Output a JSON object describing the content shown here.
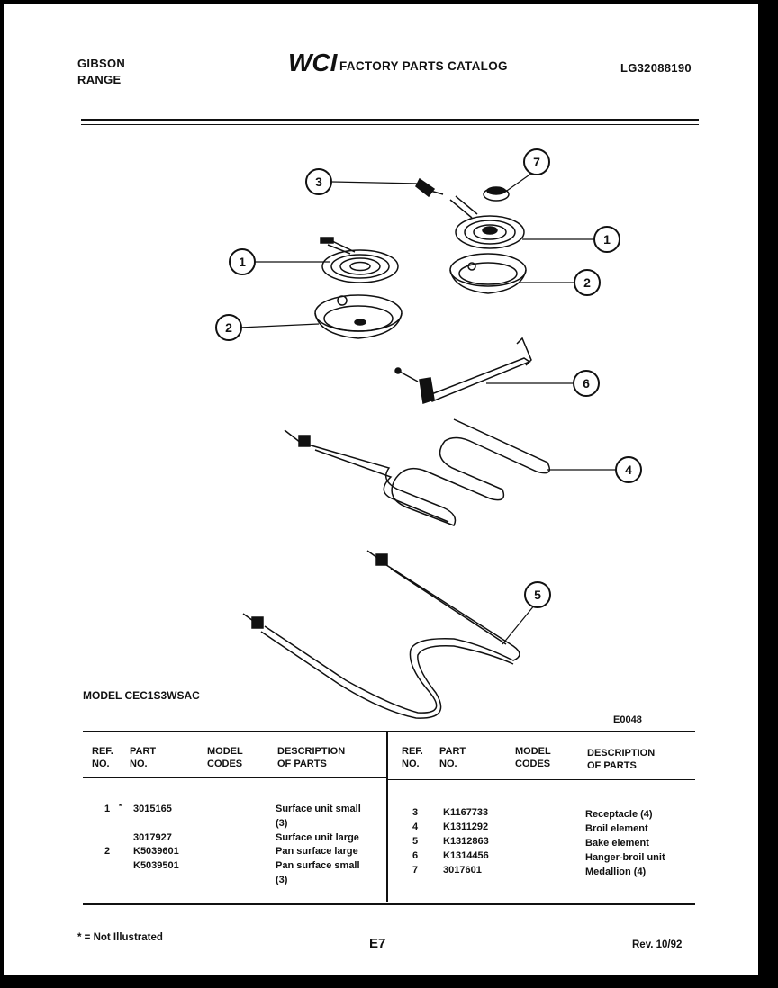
{
  "header": {
    "brand_line1": "GIBSON",
    "brand_line2": "RANGE",
    "logo_text": "WCI",
    "catalog_title": "FACTORY PARTS CATALOG",
    "catalog_number": "LG32088190"
  },
  "diagram": {
    "callouts": [
      "1",
      "2",
      "3",
      "1",
      "2",
      "7",
      "6",
      "4",
      "5"
    ]
  },
  "model_label": "MODEL CEC1S3WSAC",
  "diagram_code": "E0048",
  "table": {
    "headers_left": {
      "ref_line1": "REF.",
      "ref_line2": "NO.",
      "part_line1": "PART",
      "part_line2": "NO.",
      "model_line1": "MODEL",
      "model_line2": "CODES",
      "desc_line1": "DESCRIPTION",
      "desc_line2": "OF PARTS"
    },
    "headers_right": {
      "ref_line1": "REF.",
      "ref_line2": "NO.",
      "part_line1": "PART",
      "part_line2": "NO.",
      "model_line1": "MODEL",
      "model_line2": "CODES",
      "desc_line1": "DESCRIPTION",
      "desc_line2": "OF PARTS"
    },
    "left_rows": [
      {
        "ref": "1",
        "mark": "*",
        "part": "3015165",
        "desc1": "Surface unit small",
        "desc2": "(3)"
      },
      {
        "ref": "",
        "mark": "",
        "part": "3017927",
        "desc1": "Surface unit large",
        "desc2": ""
      },
      {
        "ref": "2",
        "mark": "",
        "part": "K5039601",
        "desc1": "Pan surface large",
        "desc2": ""
      },
      {
        "ref": "",
        "mark": "",
        "part": "K5039501",
        "desc1": "Pan surface small",
        "desc2": "(3)"
      }
    ],
    "right_rows": [
      {
        "ref": "3",
        "part": "K1167733",
        "desc": "Receptacle (4)"
      },
      {
        "ref": "4",
        "part": "K1311292",
        "desc": "Broil element"
      },
      {
        "ref": "5",
        "part": "K1312863",
        "desc": "Bake element"
      },
      {
        "ref": "6",
        "part": "K1314456",
        "desc": "Hanger-broil unit"
      },
      {
        "ref": "7",
        "part": "3017601",
        "desc": "Medallion (4)"
      }
    ]
  },
  "footer": {
    "footnote": "* = Not Illustrated",
    "page_number": "E7",
    "revision": "Rev. 10/92"
  }
}
